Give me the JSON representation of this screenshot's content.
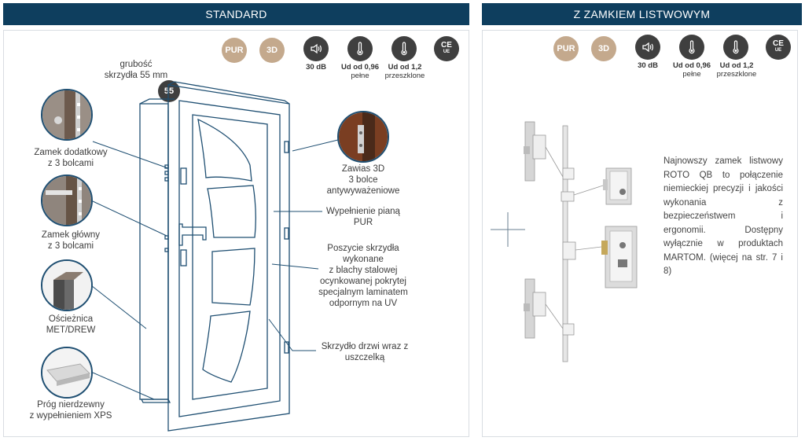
{
  "headers": {
    "left": "STANDARD",
    "right": "Z ZAMKIEM LISTWOWYM"
  },
  "badges": {
    "pur": "PUR",
    "three_d": "3D",
    "sound_value": "30 dB",
    "u_full_value": "Ud od 0,96",
    "u_full_sub": "pełne",
    "u_glazed_value": "Ud od 1,2",
    "u_glazed_sub": "przeszklone",
    "ce": "CE",
    "ce_sub": "UE"
  },
  "thickness": {
    "label_line1": "grubość",
    "label_line2": "skrzydła 55 mm",
    "value": "55"
  },
  "labels_left": {
    "extra_lock_1": "Zamek dodatkowy",
    "extra_lock_2": "z 3 bolcami",
    "main_lock_1": "Zamek główny",
    "main_lock_2": "z 3 bolcami",
    "frame_1": "Ościeżnica",
    "frame_2": "MET/DREW",
    "threshold_1": "Próg nierdzewny",
    "threshold_2": "z wypełnieniem XPS"
  },
  "labels_right": {
    "hinge_1": "Zawias 3D",
    "hinge_2": "3 bolce",
    "hinge_3": "antywyważeniowe",
    "filling_1": "Wypełnienie pianą",
    "filling_2": "PUR",
    "cover_1": "Poszycie skrzydła",
    "cover_2": "wykonane",
    "cover_3": "z blachy stalowej",
    "cover_4": "ocynkowanej pokrytej",
    "cover_5": "specjalnym laminatem",
    "cover_6": "odpornym na UV",
    "leaf_1": "Skrzydło drzwi wraz z",
    "leaf_2": "uszczelką"
  },
  "description": "Najnowszy zamek listwowy ROTO QB to połączenie niemieckiej precyzji i jakości wykonania z bezpieczeństwem i ergonomii. Dostępny wyłącznie w produktach MARTOM. (więcej na str. 7 i 8)",
  "colors": {
    "header": "#0e3e5e",
    "tan": "#c4a98d",
    "dark": "#3f3f3f",
    "line": "#1f4f72"
  }
}
